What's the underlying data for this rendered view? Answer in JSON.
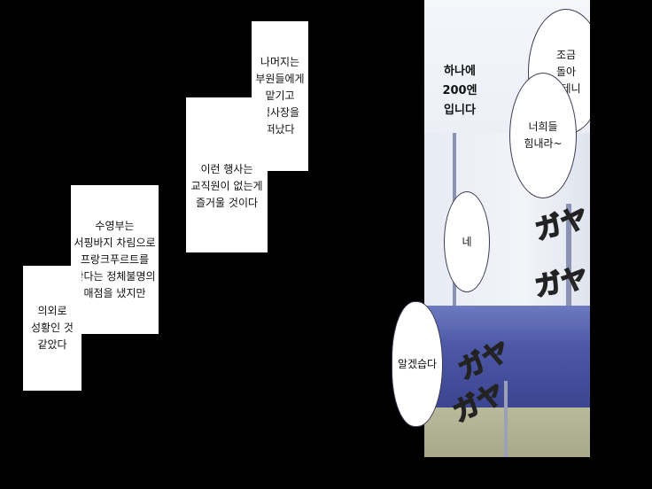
{
  "narration": {
    "box1": [
      "나머지는",
      "부원들에게",
      "맡기고",
      "행사장을",
      "떠났다"
    ],
    "box2": [
      "이런 행사는",
      "교직원이 없는게",
      "즐거울 것이다"
    ],
    "box3": [
      "수영부는",
      "서핑바지 차림으로",
      "프랑크푸르트를",
      "판다는 정체불명의",
      "매점을 냈지만"
    ],
    "box4": [
      "의외로",
      "성황인 것",
      "같았다"
    ]
  },
  "panel": {
    "price_text": [
      "하나에",
      "200엔",
      "입니다"
    ],
    "bubble_stroll": [
      "조금",
      "돌아",
      "볼테니"
    ],
    "bubble_cheer": [
      "너희들",
      "힘내라~"
    ],
    "bubble_yes": "네",
    "bubble_understood": "알겠습다",
    "sfx_1": "ガヤ",
    "sfx_2": "ガヤ",
    "sfx_3": "ガヤ",
    "sfx_4": "ガヤ"
  }
}
